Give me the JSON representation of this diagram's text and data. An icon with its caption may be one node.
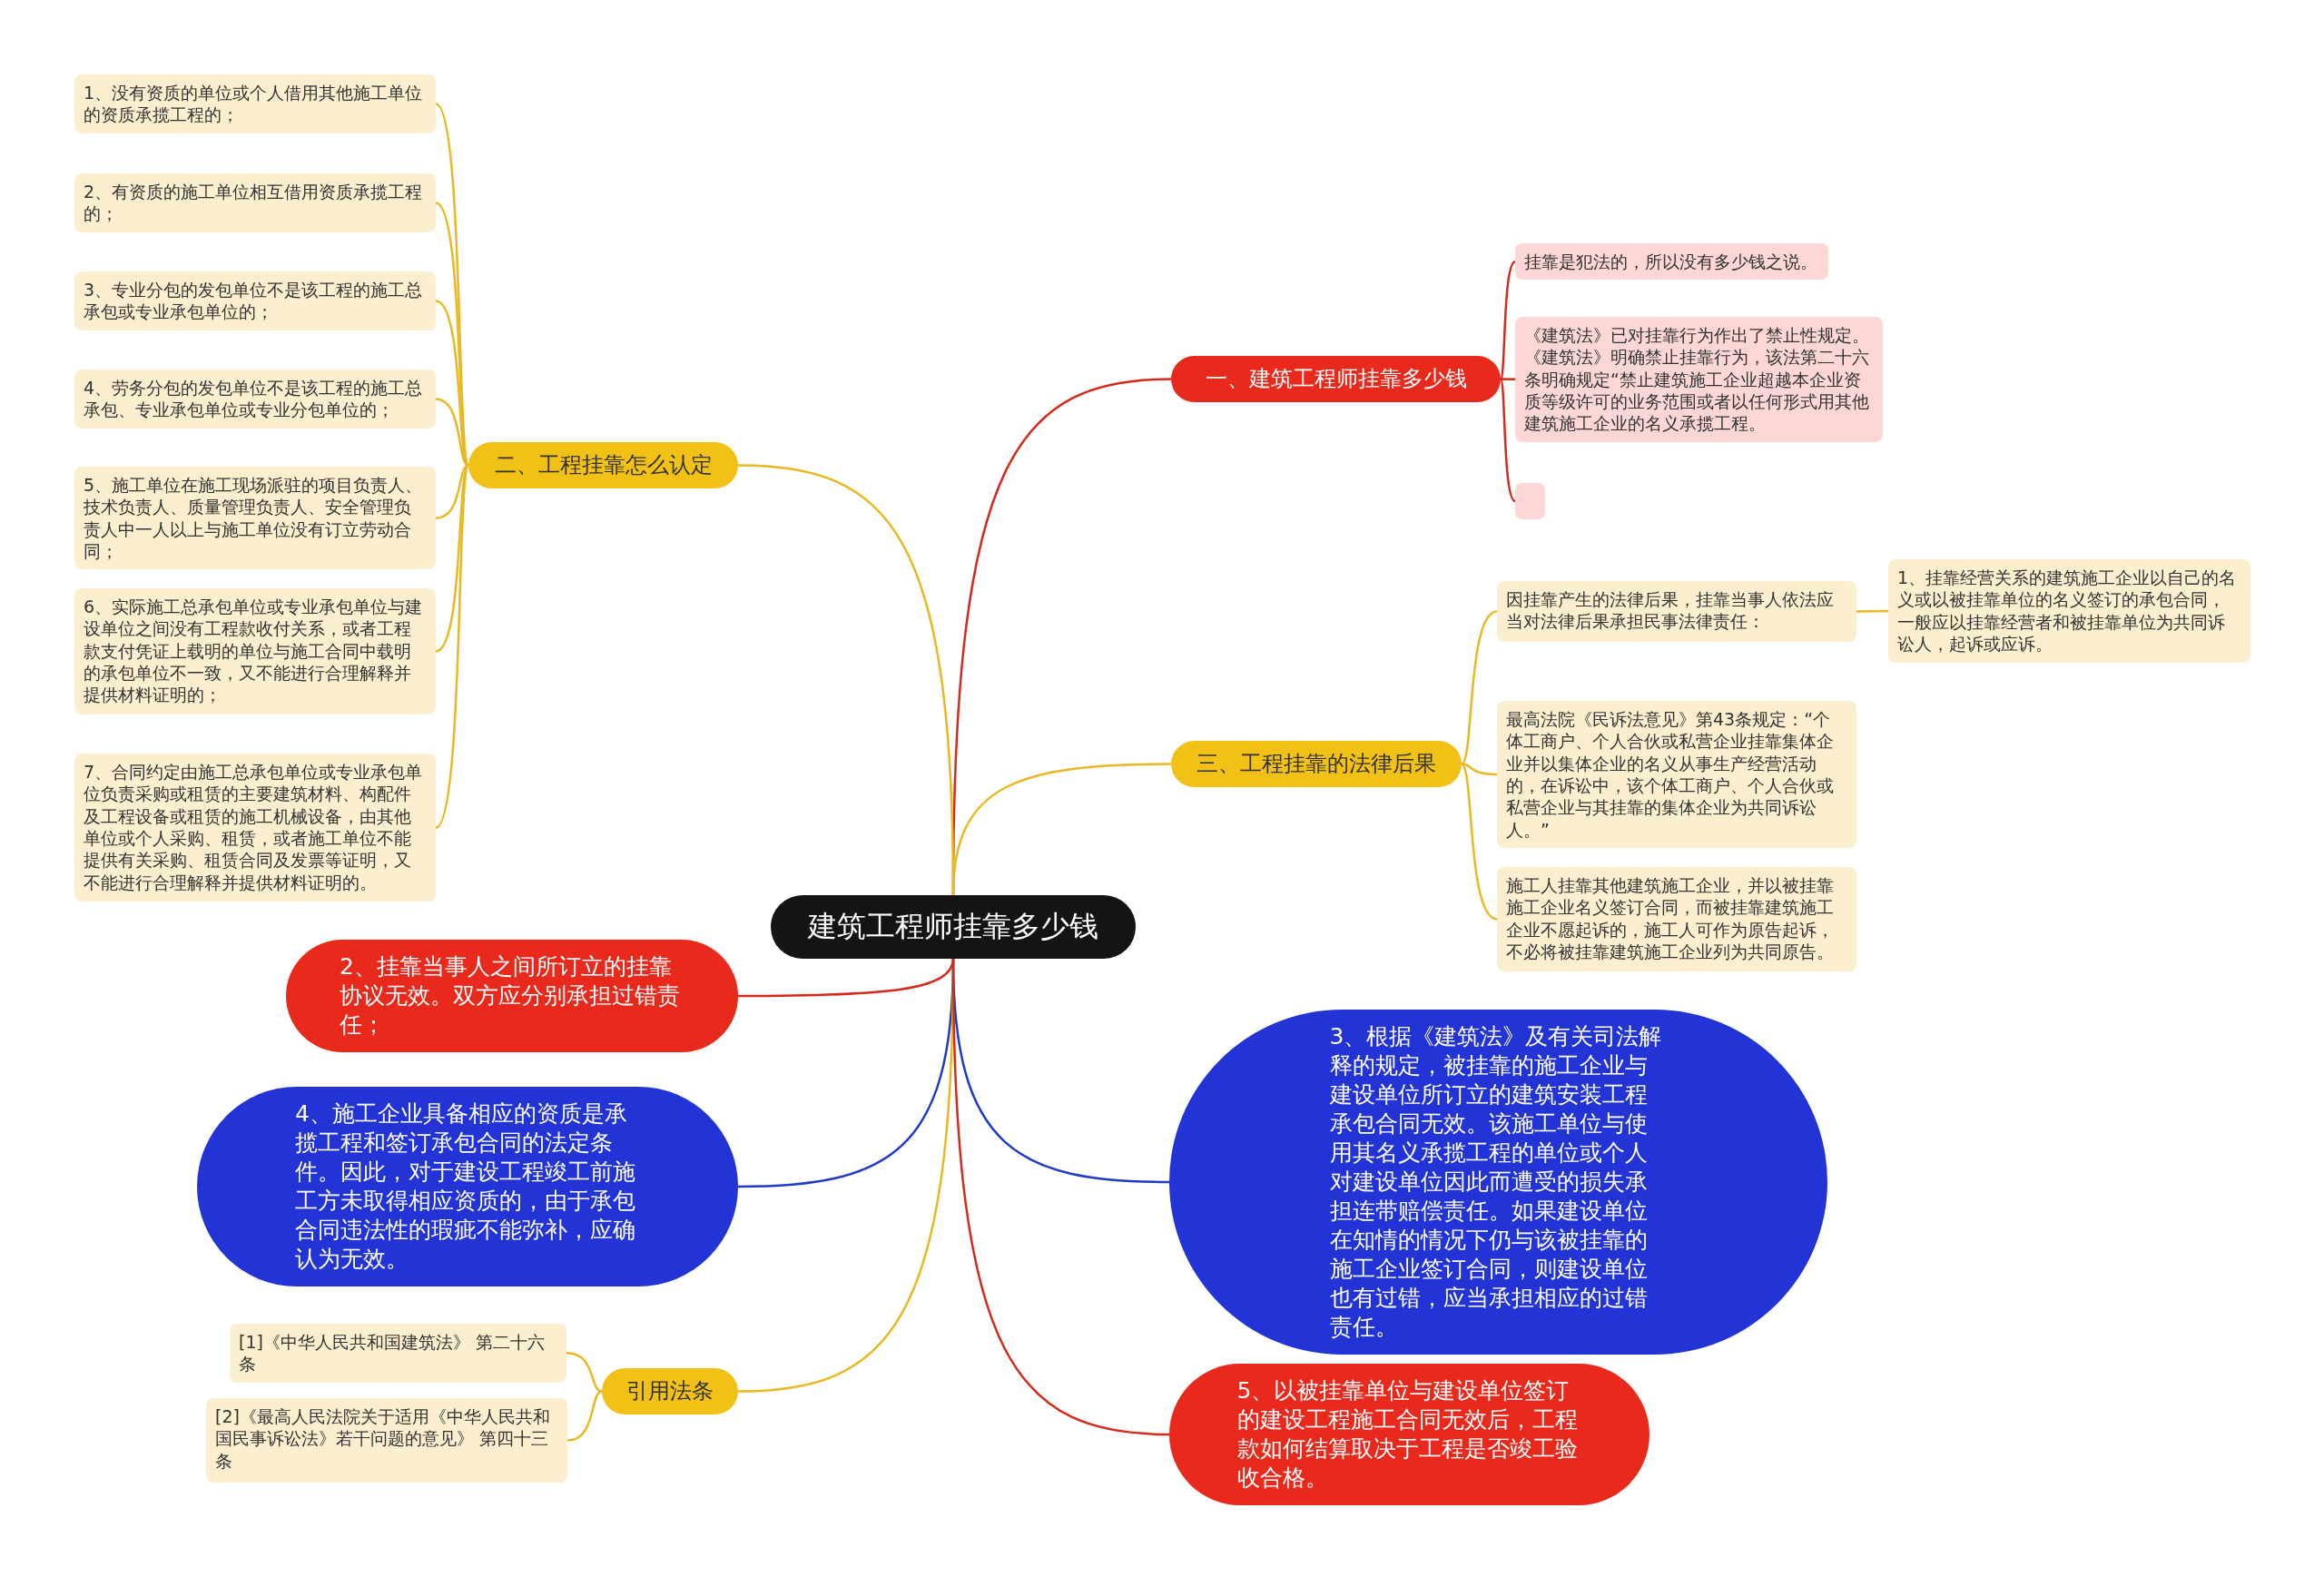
{
  "diagram": {
    "nodes": [
      {
        "text": [
          "建筑工程师挂靠多少钱"
        ]
      },
      {
        "text": [
          "一、建筑工程师挂靠多少钱"
        ]
      },
      {
        "text": [
          "挂靠是犯法的，所以没有多少钱之说。"
        ]
      },
      {
        "text": [
          "《建筑法》已对挂靠行为作出了禁止性规定。《建筑法》明确禁止挂靠行为，该法第二十六条明确规定“禁止建筑施工企业超越本企业资质等级许可的业务范围或者以任何形式用其他建筑施工企业的名义承揽工程。"
        ]
      },
      {
        "text": [],
        "shape": "box"
      },
      {
        "text": [
          "二、工程挂靠怎么认定"
        ]
      },
      {
        "text": [
          "1、没有资质的单位或个人借用其他施工单位的资质承揽工程的；"
        ]
      },
      {
        "text": [
          "2、有资质的施工单位相互借用资质承揽工程的；"
        ]
      },
      {
        "text": [
          "3、专业分包的发包单位不是该工程的施工总承包或专业承包单位的；"
        ]
      },
      {
        "text": [
          "4、劳务分包的发包单位不是该工程的施工总承包、专业承包单位或专业分包单位的；"
        ]
      },
      {
        "text": [
          "5、施工单位在施工现场派驻的项目负责人、技术负责人、质量管理负责人、安全管理负责人中一人以上与施工单位没有订立劳动合同；"
        ]
      },
      {
        "text": [
          "6、实际施工总承包单位或专业承包单位与建设单位之间没有工程款收付关系，或者工程款支付凭证上载明的单位与施工合同中载明的承包单位不一致，又不能进行合理解释并提供材料证明的；"
        ]
      },
      {
        "text": [
          "7、合同约定由施工总承包单位或专业承包单位负责采购或租赁的主要建筑材料、构配件及工程设备或租赁的施工机械设备，由其他单位或个人采购、租赁，或者施工单位不能提供有关采购、租赁合同及发票等证明，又不能进行合理解释并提供材料证明的。"
        ]
      },
      {
        "text": [
          "三、工程挂靠的法律后果"
        ]
      },
      {
        "text": [
          "因挂靠产生的法律后果，挂靠当事人依法应当对法律后果承担民事法律责任："
        ]
      },
      {
        "text": [
          "1、挂靠经营关系的建筑施工企业以自己的名义或以被挂靠单位的名义签订的承包合同，一般应以挂靠经营者和被挂靠单位为共同诉讼人，起诉或应诉。"
        ]
      },
      {
        "text": [
          "最高法院《民诉法意见》第43条规定：“个体工商户、个人合伙或私营企业挂靠集体企业并以集体企业的名义从事生产经营活动的，在诉讼中，该个体工商户、个人合伙或私营企业与其挂靠的集体企业为共同诉讼人。”"
        ]
      },
      {
        "text": [
          "施工人挂靠其他建筑施工企业，并以被挂靠施工企业名义签订合同，而被挂靠建筑施工企业不愿起诉的，施工人可作为原告起诉，不必将被挂靠建筑施工企业列为共同原告。"
        ]
      },
      {
        "text": [
          "2、挂靠当事人之间所订立的挂靠协议无效。双方应分别承担过错责任；"
        ]
      },
      {
        "text": [
          "4、施工企业具备相应的资质是承揽工程和签订承包合同的法定条件。因此，对于建设工程竣工前施工方未取得相应资质的，由于承包合同违法性的瑕疵不能弥补，应确认为无效。"
        ]
      },
      {
        "text": [
          "3、根据《建筑法》及有关司法解释的规定，被挂靠的施工企业与建设单位所订立的建筑安装工程承包合同无效。该施工单位与使用其名义承揽工程的单位或个人对建设单位因此而遭受的损失承担连带赔偿责任。如果建设单位在知情的情况下仍与该被挂靠的施工企业签订合同，则建设单位也有过错，应当承担相应的过错责任。"
        ]
      },
      {
        "text": [
          "引用法条"
        ]
      },
      {
        "text": [
          "[1]《中华人民共和国建筑法》 第二十六条"
        ]
      },
      {
        "text": [
          "[2]《最高人民法院关于适用《中华人民共和国民事诉讼法》若干问题的意见》 第四十三条"
        ]
      },
      {
        "text": [
          "5、以被挂靠单位与建设单位签订的建设工程施工合同无效后，工程款如何结算取决于工程是否竣工验收合格。"
        ]
      }
    ],
    "edges": [
      {
        "from": 0,
        "to": 1,
        "arrow": "none",
        "color": "#d42a1c"
      },
      {
        "from": 1,
        "to": 2,
        "arrow": "none",
        "color": "#d42a1c"
      },
      {
        "from": 1,
        "to": 3,
        "arrow": "none",
        "color": "#d42a1c"
      },
      {
        "from": 1,
        "to": 4,
        "arrow": "none",
        "color": "#d42a1c"
      },
      {
        "from": 0,
        "to": 5,
        "arrow": "none"
      },
      {
        "from": 5,
        "to": 6,
        "arrow": "none"
      },
      {
        "from": 5,
        "to": 7,
        "arrow": "none"
      },
      {
        "from": 5,
        "to": 8,
        "arrow": "none"
      },
      {
        "from": 5,
        "to": 9,
        "arrow": "none"
      },
      {
        "from": 5,
        "to": 10,
        "arrow": "none"
      },
      {
        "from": 5,
        "to": 11,
        "arrow": "none"
      },
      {
        "from": 5,
        "to": 12,
        "arrow": "none"
      },
      {
        "from": 0,
        "to": 13,
        "arrow": "none"
      },
      {
        "from": 13,
        "to": 14,
        "arrow": "none"
      },
      {
        "from": 14,
        "to": 15,
        "arrow": "none"
      },
      {
        "from": 13,
        "to": 16,
        "arrow": "none"
      },
      {
        "from": 13,
        "to": 17,
        "arrow": "none"
      },
      {
        "from": 0,
        "to": 18,
        "arrow": "none",
        "color": "#d42a1c"
      },
      {
        "from": 0,
        "to": 19,
        "arrow": "none",
        "color": "#1f39c9"
      },
      {
        "from": 0,
        "to": 20,
        "arrow": "none",
        "color": "#1f39c9"
      },
      {
        "from": 0,
        "to": 21,
        "arrow": "none"
      },
      {
        "from": 21,
        "to": 22,
        "arrow": "none"
      },
      {
        "from": 21,
        "to": 23,
        "arrow": "none"
      },
      {
        "from": 0,
        "to": 24,
        "arrow": "none",
        "color": "#d42a1c"
      }
    ]
  }
}
